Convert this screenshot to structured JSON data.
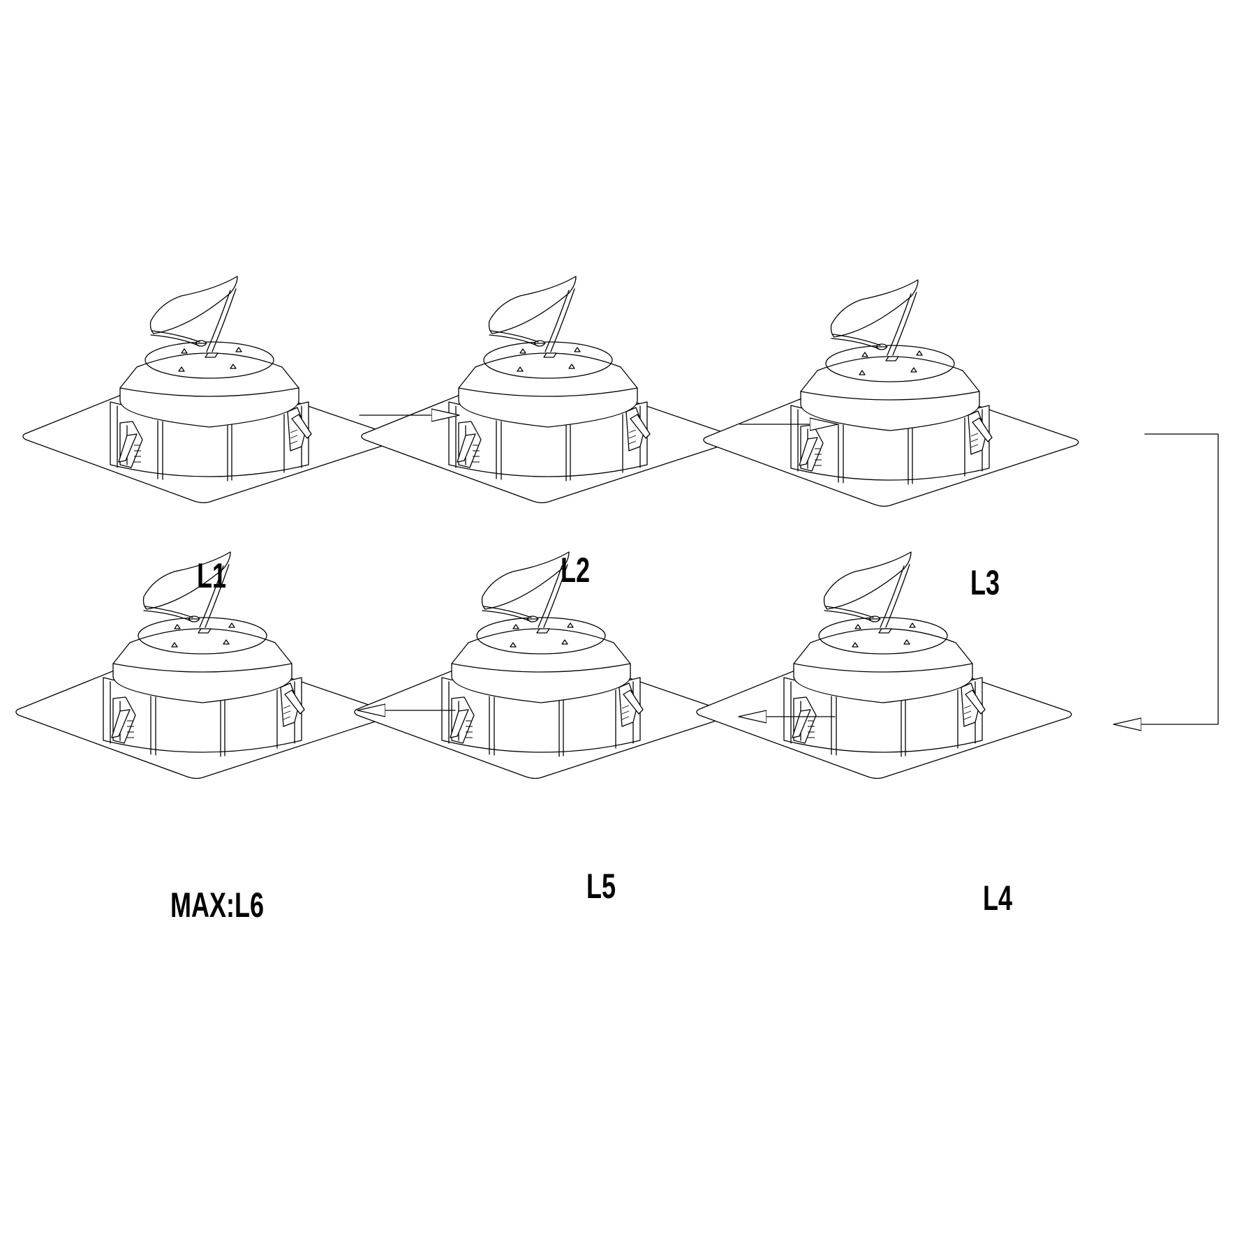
{
  "steps": [
    {
      "id": "l1",
      "label": "L1"
    },
    {
      "id": "l2",
      "label": "L2"
    },
    {
      "id": "l3",
      "label": "L3"
    },
    {
      "id": "l4",
      "label": "L4"
    },
    {
      "id": "l5",
      "label": "L5"
    },
    {
      "id": "l6",
      "label": "MAX:L6"
    }
  ],
  "flow": [
    "l1",
    "l2",
    "l3",
    "l4",
    "l5",
    "l6"
  ]
}
